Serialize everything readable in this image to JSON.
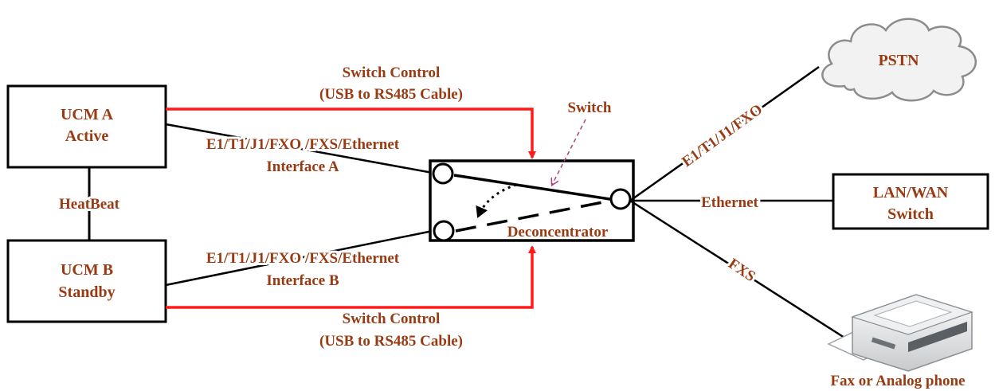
{
  "nodes": {
    "ucm_a": {
      "line1": "UCM A",
      "line2": "Active"
    },
    "ucm_b": {
      "line1": "UCM B",
      "line2": "Standby"
    },
    "lan_wan": {
      "line1": "LAN/WAN",
      "line2": "Switch"
    },
    "pstn": "PSTN",
    "deconcentrator": "Deconcentrator",
    "fax": "Fax or Analog phone"
  },
  "labels": {
    "heartbeat": "HeatBeat",
    "switch_control_top": {
      "line1": "Switch Control",
      "line2": "(USB to RS485 Cable)"
    },
    "switch_control_bottom": {
      "line1": "Switch Control",
      "line2": "(USB to RS485 Cable)"
    },
    "interface_a": {
      "line1": "E1/T1/J1/FXO /FXS/Ethernet",
      "line2": "Interface A"
    },
    "interface_b": {
      "line1": "E1/T1/J1/FXO /FXS/Ethernet",
      "line2": "Interface B"
    },
    "switch": "Switch",
    "ethernet": "Ethernet",
    "e1_fxo": "E1/T1/J1/FXO",
    "fxs": "FXS"
  },
  "colors": {
    "label": "#9a3a12",
    "control_line": "#ff1a1a",
    "line": "#000000",
    "switch_pointer": "#b0407a",
    "cloud_fill": "#f2f2f2",
    "cloud_stroke": "#8c8c8c"
  },
  "icons": {
    "fax": "fax-machine-icon",
    "pstn": "cloud-icon"
  }
}
